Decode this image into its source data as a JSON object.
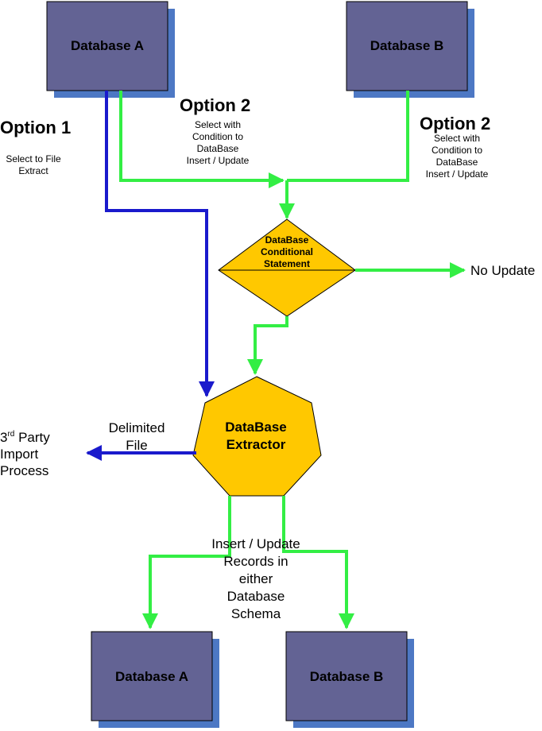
{
  "colors": {
    "box_fill": "#636394",
    "box_shadow": "#4d78c4",
    "shape_fill": "#ffc800",
    "green": "#33ee44",
    "blue": "#1a1acc"
  },
  "nodes": {
    "db_a_top": "Database A",
    "db_b_top": "Database B",
    "condition": [
      "DataBase",
      "Conditional",
      "Statement"
    ],
    "extractor": [
      "DataBase",
      "Extractor"
    ],
    "db_a_bottom": "Database A",
    "db_b_bottom": "Database B"
  },
  "labels": {
    "option1_title": "Option 1",
    "option1_desc": [
      "Select to File",
      "Extract"
    ],
    "option2_left_title": "Option 2",
    "option2_left_desc": [
      "Select with",
      "Condition to",
      "DataBase",
      "Insert / Update"
    ],
    "option2_right_title": "Option 2",
    "option2_right_desc": [
      "Select with",
      "Condition to",
      "DataBase",
      "Insert / Update"
    ],
    "no_update": "No Update",
    "delimited_file": [
      "Delimited",
      "File"
    ],
    "third_party": {
      "num": "3",
      "sup": "rd",
      "rest": " Party",
      "line2": "Import",
      "line3": "Process"
    },
    "insert_update": [
      "Insert / Update",
      "Records in",
      "either",
      "Database",
      "Schema"
    ]
  }
}
